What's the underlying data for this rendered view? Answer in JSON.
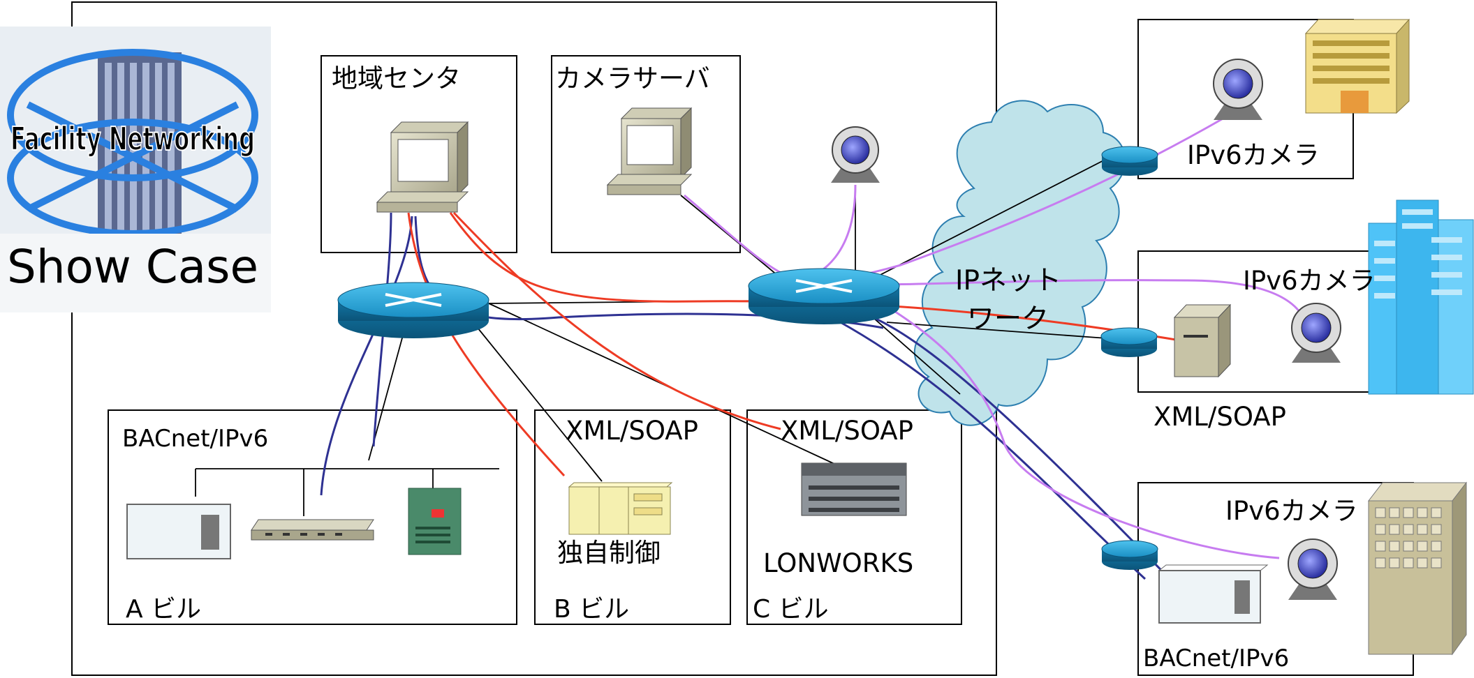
{
  "logo": {
    "line1": "Facility Networking",
    "line2": "Show Case"
  },
  "labels": {
    "regional_center": "地域センタ",
    "camera_server": "カメラサーバ",
    "ip_network_1": "IPネット",
    "ip_network_2": "ワーク",
    "bacnet_a": "BACnet/IPv6",
    "building_a": "A ビル",
    "xml_soap_b": "XML/SOAP",
    "building_b_control": "独自制御",
    "building_b": "B ビル",
    "xml_soap_c": "XML/SOAP",
    "lonworks": "LONWORKS",
    "building_c": "C ビル",
    "ipv6_camera_1": "IPv6カメラ",
    "ipv6_camera_2": "IPv6カメラ",
    "xml_soap_r2": "XML/SOAP",
    "ipv6_camera_3": "IPv6カメラ",
    "bacnet_r3": "BACnet/IPv6"
  },
  "colors": {
    "line_navy": "#2e3192",
    "line_red": "#ee3b24",
    "line_purple": "#c77cf0",
    "line_black": "#000000",
    "router_blue": "#1e9bd1",
    "cloud": "#bfe3ea"
  }
}
